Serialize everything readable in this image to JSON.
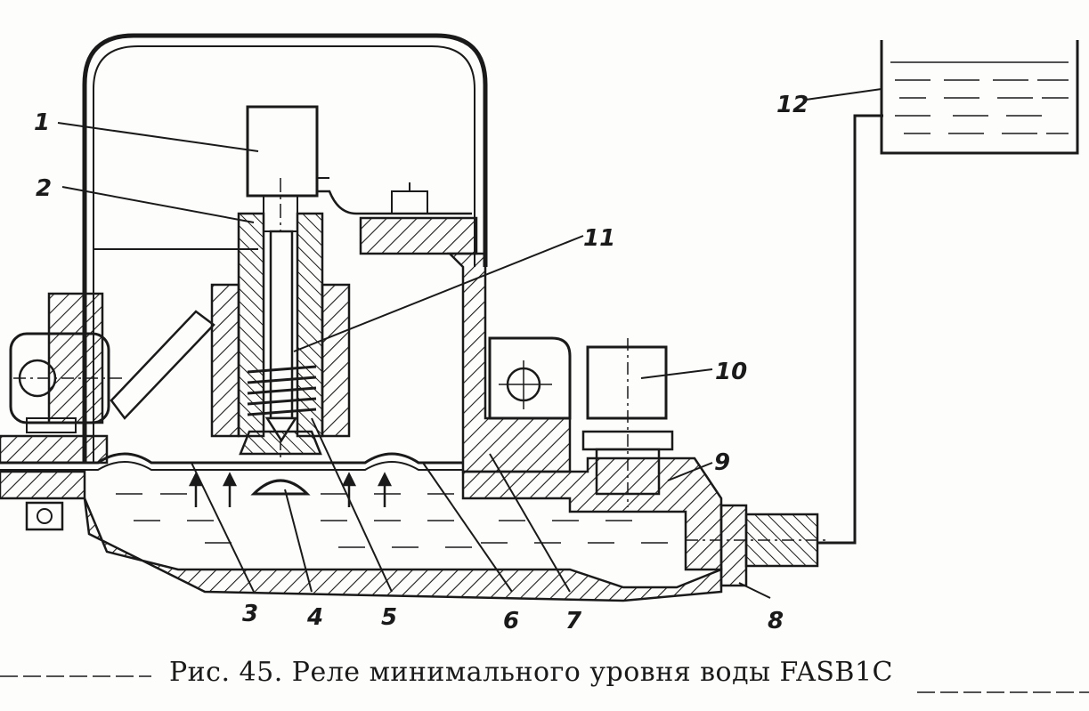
{
  "caption": "Рис. 45. Реле минимального уровня воды FASB1C",
  "callouts": [
    {
      "id": "1",
      "text": "1"
    },
    {
      "id": "2",
      "text": "2"
    },
    {
      "id": "3",
      "text": "3"
    },
    {
      "id": "4",
      "text": "4"
    },
    {
      "id": "5",
      "text": "5"
    },
    {
      "id": "6",
      "text": "6"
    },
    {
      "id": "7",
      "text": "7"
    },
    {
      "id": "8",
      "text": "8"
    },
    {
      "id": "9",
      "text": "9"
    },
    {
      "id": "10",
      "text": "10"
    },
    {
      "id": "11",
      "text": "11"
    },
    {
      "id": "12",
      "text": "12"
    }
  ],
  "colors": {
    "ink": "#1a1a1a",
    "paper": "#fdfdfb"
  }
}
